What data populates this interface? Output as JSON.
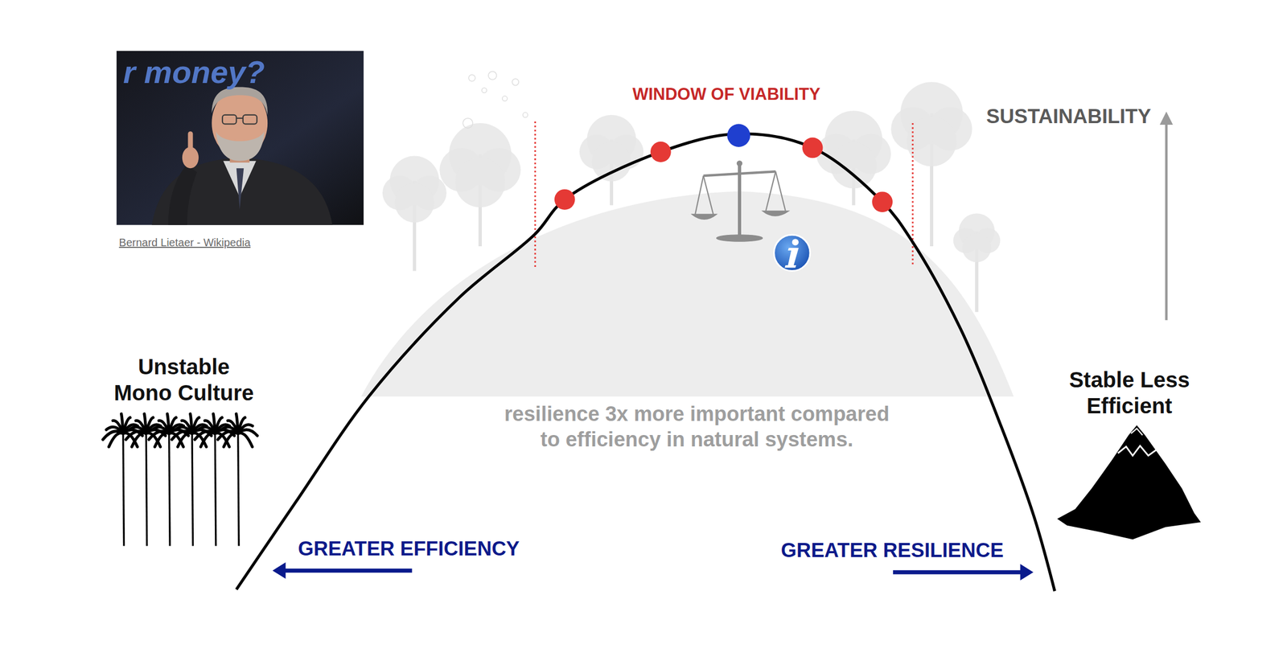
{
  "diagram": {
    "labels": [
      "r money?",
      "Bernard Lietaer - Wikipedia",
      "WINDOW OF VIABILITY",
      "SUSTAINABILITY",
      "Unstable Mono Culture",
      "Stable Less Efficient",
      "resilience 3x more important compared to efficiency in natural systems.",
      "GREATER EFFICIENCY",
      "GREATER RESILIENCE"
    ]
  }
}
